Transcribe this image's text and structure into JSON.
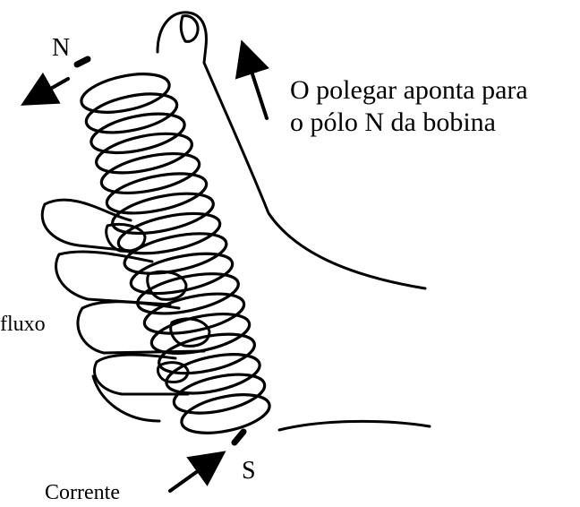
{
  "labels": {
    "north": "N",
    "south": "S",
    "thumb_line1": "O polegar aponta para",
    "thumb_line2": "o pólo N da bobina",
    "flux": "fluxo",
    "current": "Corrente"
  },
  "colors": {
    "ink": "#000000",
    "background": "#ffffff"
  }
}
